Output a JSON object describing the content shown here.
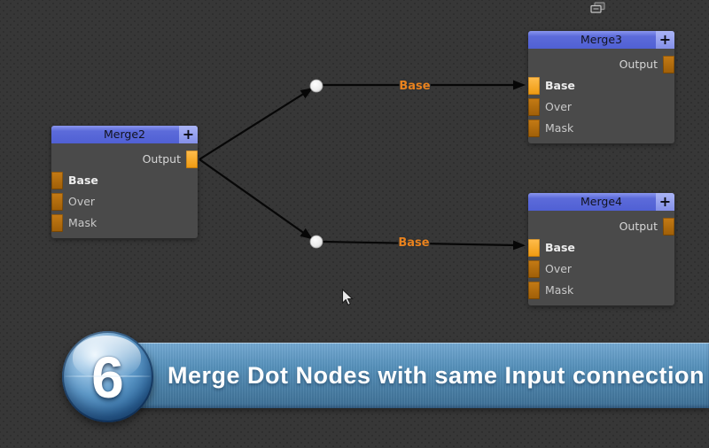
{
  "nodes": [
    {
      "title": "Merge2",
      "add_button": "+",
      "output_label": "Output",
      "inputs": [
        "Base",
        "Over",
        "Mask"
      ]
    },
    {
      "title": "Merge3",
      "add_button": "+",
      "output_label": "Output",
      "inputs": [
        "Base",
        "Over",
        "Mask"
      ]
    },
    {
      "title": "Merge4",
      "add_button": "+",
      "output_label": "Output",
      "inputs": [
        "Base",
        "Over",
        "Mask"
      ]
    }
  ],
  "connections": [
    {
      "label": "Base"
    },
    {
      "label": "Base"
    }
  ],
  "banner": {
    "badge_number": "6",
    "title": "Merge Dot Nodes with same Input connection"
  },
  "icons": {
    "top_right": "copy-icon",
    "cursor": "arrow-pointer"
  },
  "colors": {
    "background": "#373737",
    "node_body": "#4a4a4a",
    "node_header_blue": "#5c6bda",
    "node_header_light": "#8490e9",
    "port_idle_orange": "#b26b10",
    "port_active_orange": "#f7a21d",
    "connection_label_orange": "#e8821e",
    "wire_black": "#070707",
    "dot_white": "#efefef",
    "banner_blue": "#5590ba",
    "banner_text_white": "#ffffff"
  }
}
